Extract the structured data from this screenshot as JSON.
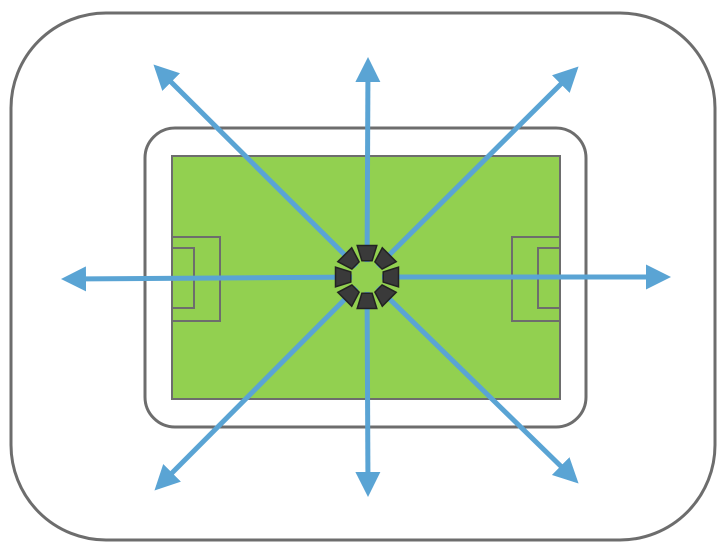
{
  "diagram": {
    "colors": {
      "background": "#ffffff",
      "outline": "#6d6d6d",
      "pitch": "#92d050",
      "arrow": "#5aa4d4",
      "hub": "#3a3a3a",
      "hub_edge": "#222222"
    },
    "arrow_directions": [
      "up",
      "up-right",
      "right",
      "down-right",
      "down",
      "down-left",
      "left",
      "up-left"
    ],
    "hub_segments": 8
  }
}
